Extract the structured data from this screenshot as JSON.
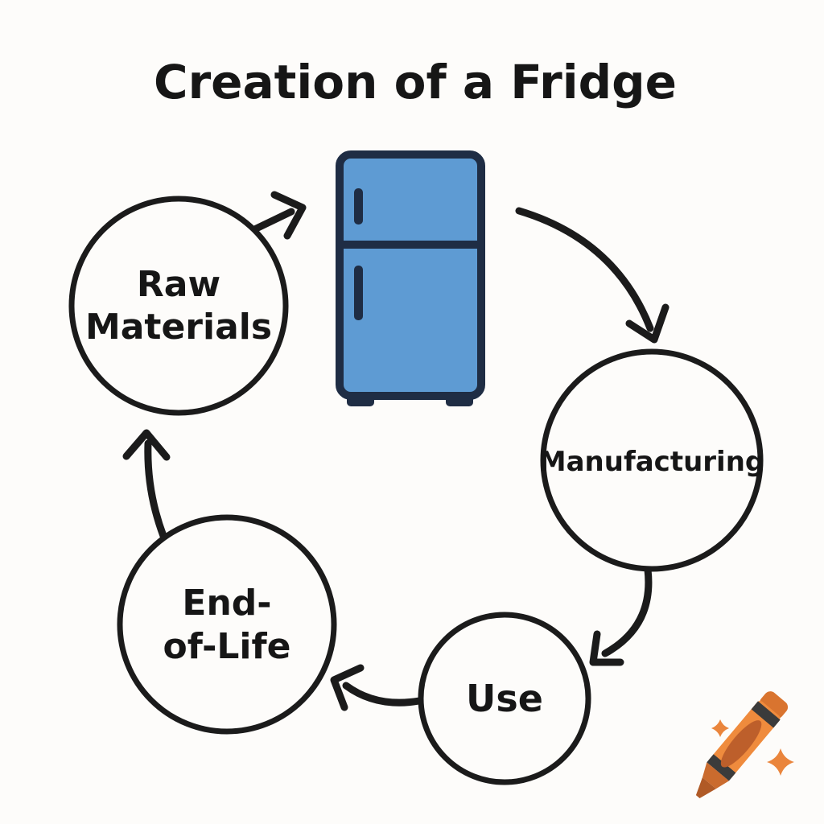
{
  "title": "Creation of a Fridge",
  "diagram": {
    "type": "cycle",
    "stages": [
      {
        "id": "raw-materials",
        "label": "Raw Materials",
        "lines": [
          "Raw",
          "Materials"
        ]
      },
      {
        "id": "manufacturing",
        "label": "Manufacturing",
        "lines": [
          "Manufacturing"
        ]
      },
      {
        "id": "use",
        "label": "Use",
        "lines": [
          "Use"
        ]
      },
      {
        "id": "end-of-life",
        "label": "End-of-Life",
        "lines": [
          "End-",
          "of-Life"
        ]
      }
    ],
    "flow": [
      "Raw Materials -> fridge-icon",
      "fridge-icon -> Manufacturing",
      "Manufacturing -> Use",
      "Use -> End-of-Life",
      "End-of-Life -> Raw Materials"
    ],
    "icons": [
      "fridge-icon",
      "crayon-logo-icon",
      "sparkle-icon"
    ]
  },
  "colors": {
    "background": "#fdfcfa",
    "ink": "#1b1b1b",
    "fridge_fill": "#5e9bd3",
    "fridge_outline": "#1f2d44",
    "crayon_body": "#ef8b3d",
    "crayon_oval": "#bd5f2b",
    "crayon_band": "#3b3b3b",
    "crayon_tip": "#b05a26",
    "sparkle": "#ea853c"
  }
}
